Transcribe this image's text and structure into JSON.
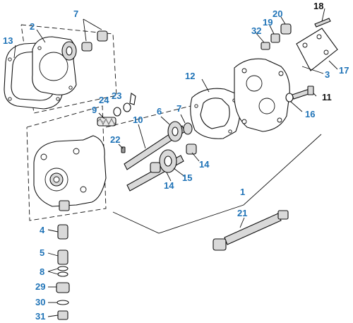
{
  "callouts": {
    "c1": "1",
    "c2": "2",
    "c3": "3",
    "c4": "4",
    "c5": "5",
    "c6": "6",
    "c7a": "7",
    "c7b": "7",
    "c8": "8",
    "c9": "9",
    "c10": "10",
    "c11": "11",
    "c12": "12",
    "c13": "13",
    "c14a": "14",
    "c14b": "14",
    "c15": "15",
    "c16": "16",
    "c17": "17",
    "c18": "18",
    "c19": "19",
    "c20": "20",
    "c21": "21",
    "c22": "22",
    "c23": "23",
    "c24": "24",
    "c29": "29",
    "c30": "30",
    "c31": "31",
    "c32": "32"
  },
  "colors": {
    "callout_blue": "#1f73b7",
    "callout_black": "#111111"
  }
}
